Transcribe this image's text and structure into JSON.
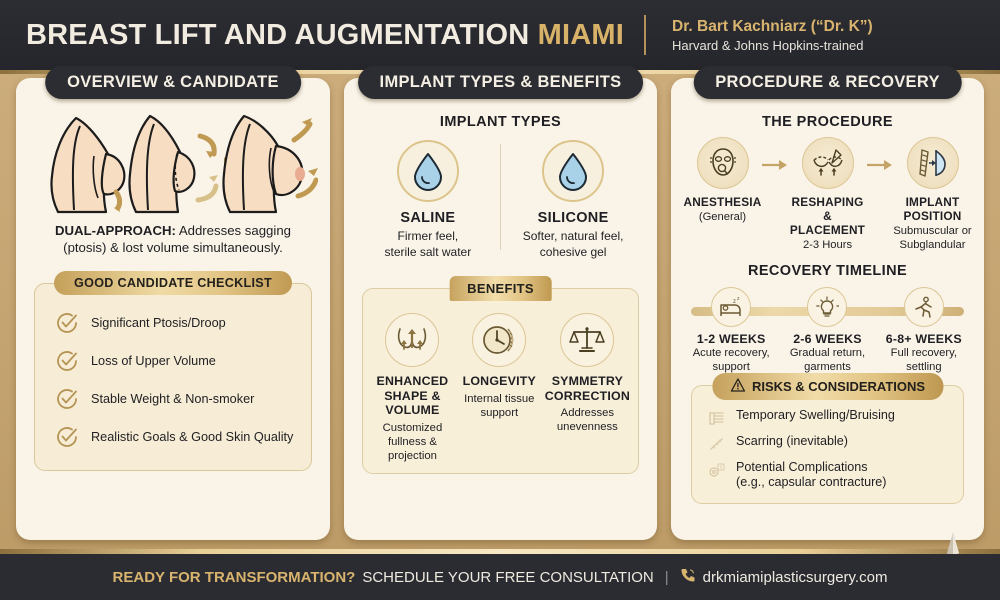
{
  "header": {
    "title_main": "BREAST LIFT AND AUGMENTATION",
    "title_accent": "MIAMI",
    "doctor_name": "Dr. Bart Kachniarz (“Dr. K”)",
    "doctor_credentials": "Harvard & Johns Hopkins-trained"
  },
  "columns": {
    "left": {
      "pill": "OVERVIEW & CANDIDATE",
      "dual_label": "DUAL-APPROACH:",
      "dual_text": " Addresses sagging (ptosis) & lost volume simultaneously.",
      "checklist": {
        "pill": "GOOD CANDIDATE CHECKLIST",
        "items": [
          {
            "label": "Significant Ptosis/Droop",
            "icon": "check-circle-icon"
          },
          {
            "label": "Loss of Upper Volume",
            "icon": "check-circle-icon"
          },
          {
            "label": "Stable Weight & Non-smoker",
            "icon": "check-circle-icon"
          },
          {
            "label": "Realistic Goals & Good Skin Quality",
            "icon": "check-circle-icon"
          }
        ]
      }
    },
    "middle": {
      "pill": "IMPLANT TYPES & BENEFITS",
      "section_title": "IMPLANT TYPES",
      "types": [
        {
          "name": "SALINE",
          "desc": "Firmer feel,\nsterile salt water",
          "icon": "water-drop-icon"
        },
        {
          "name": "SILICONE",
          "desc": "Softer, natural feel,\ncohesive gel",
          "icon": "water-drop-icon"
        }
      ],
      "benefits": {
        "pill": "BENEFITS",
        "items": [
          {
            "name": "ENHANCED\nSHAPE &\nVOLUME",
            "desc": "Customized\nfullness & projection",
            "icon": "breast-uplift-arrows-icon"
          },
          {
            "name": "LONGEVITY",
            "desc": "Internal tissue\nsupport",
            "icon": "clock-icon"
          },
          {
            "name": "SYMMETRY\nCORRECTION",
            "desc": "Addresses\nunevenness",
            "icon": "balance-scale-icon"
          }
        ]
      }
    },
    "right": {
      "pill": "PROCEDURE & RECOVERY",
      "procedure_title": "THE PROCEDURE",
      "procedure_steps": [
        {
          "name": "ANESTHESIA",
          "sub": "(General)",
          "icon": "anesthesia-mask-icon"
        },
        {
          "name": "RESHAPING &\nPLACEMENT",
          "sub": "2-3 Hours",
          "icon": "scalpel-reshaping-icon"
        },
        {
          "name": "IMPLANT\nPOSITION",
          "sub": "Submuscular or\nSubglandular",
          "icon": "implant-position-icon"
        }
      ],
      "recovery_title": "RECOVERY TIMELINE",
      "recovery_steps": [
        {
          "name": "1-2 WEEKS",
          "desc": "Acute recovery,\nsupport",
          "icon": "bed-rest-icon"
        },
        {
          "name": "2-6 WEEKS",
          "desc": "Gradual return,\ngarments",
          "icon": "lightbulb-icon"
        },
        {
          "name": "6-8+ WEEKS",
          "desc": "Full recovery,\nsettling",
          "icon": "running-person-icon"
        }
      ],
      "risks": {
        "pill": "RISKS & CONSIDERATIONS",
        "pill_icon": "warning-triangle-icon",
        "items": [
          {
            "label": "Temporary Swelling/Bruising",
            "icon": "bandage-icon"
          },
          {
            "label": "Scarring (inevitable)",
            "icon": "scar-line-icon"
          },
          {
            "label": "Potential Complications\n(e.g., capsular contracture)",
            "icon": "complication-gear-icon"
          }
        ]
      }
    }
  },
  "footer": {
    "cta_strong": "READY FOR TRANSFORMATION?",
    "cta_text": "SCHEDULE YOUR FREE CONSULTATION",
    "separator": "|",
    "phone_icon": "phone-icon",
    "website": "drkmiamiplasticsurgery.com"
  },
  "colors": {
    "dark": "#2c2d33",
    "gold": "#d9b46e",
    "panel": "#faf4e8",
    "background": "#c5a572",
    "skin": "#f6dcc0"
  }
}
